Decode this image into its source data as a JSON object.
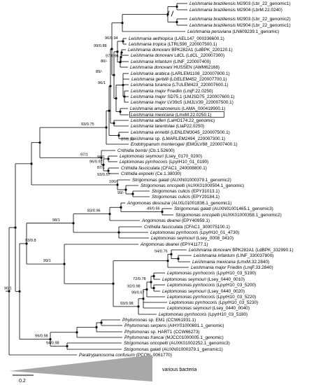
{
  "taxa": [
    {
      "genus": "Leishmania braziliensis",
      "code": "M2903 (Lbr_22_genomic1)"
    },
    {
      "genus": "Leishmania braziliensis",
      "code": "M2904 (LbrM.22.0240)"
    },
    {
      "genus": "Leishmania braziliensis",
      "code": "M2903 (Lbr_22_genomic2)"
    },
    {
      "genus": "Leishmania braziliensis",
      "code": "M2904 (Lbr_22_genomic1)"
    },
    {
      "genus": "Leishmania peruviana",
      "code": "(LN609239.1_genomic)"
    },
    {
      "genus": "Leishmania aethiopica",
      "code": "(LAEL147_000336600.1)"
    },
    {
      "genus": "Leishmania tropica",
      "code": "(LTRL590_220007500.1)"
    },
    {
      "genus": "Leishmania donovani",
      "code": "BPK282A1 (LdBPK_220120.1)"
    },
    {
      "genus": "Leishmania donovani",
      "code": "LdCL (LdCL_220007300)"
    },
    {
      "genus": "Leishmania infantum",
      "code": "(LINF_220007400)"
    },
    {
      "genus": "Leishmania donovani",
      "code": "HUSSEN (AWM62168)"
    },
    {
      "genus": "Leishmania arabica",
      "code": "(LARLEM1108_220007800.1)"
    },
    {
      "genus": "Leishmania gerbilli",
      "code": "(LGELEM452_220007700.1)"
    },
    {
      "genus": "Leishmania turanica",
      "code": "(LTULEM423_220007600.1)"
    },
    {
      "genus": "Leishmania major",
      "code": "Friedlin (LmjF.22.0250)"
    },
    {
      "genus": "Leishmania major",
      "code": "SD75.1 (LMJSD75_220007600.1)"
    },
    {
      "genus": "Leishmania major",
      "code": "LV39c5 (LMJLV39_220007500.1)"
    },
    {
      "genus": "Leishmania amazonensis",
      "code": "(LAMA_000419900.1)"
    },
    {
      "genus": "Leishmania mexicana",
      "code": "(LmxM.22.0250.1)"
    },
    {
      "genus": "Leishmania adleri",
      "code": "(LaHO174.22_genomic)"
    },
    {
      "genus": "Leishmania tarentolae",
      "code": "(LtaP22.0250)"
    },
    {
      "genus": "Leishmania enriettii",
      "code": "(LENLEM3045_220007500.1)"
    },
    {
      "genus": "Leishmania",
      "code": "sp. (LMARLEM2494_220007300.1)"
    },
    {
      "genus": "Endotrypanum monterogeii",
      "code": "(EMOLV88_220007400.1)"
    },
    {
      "genus": "Crithidia bombi",
      "code": "(Cb.1.52600)"
    },
    {
      "genus": "Leptomonas seymouri",
      "code": "(Lsey_0170_0200)"
    },
    {
      "genus": "Leptomonas pyrrhocoris",
      "code": "(LpyrH10_01_0190)"
    },
    {
      "genus": "Crithidia fasciculata",
      "code": "(CFAC1_240008800.1)"
    },
    {
      "genus": "Crithidia expoeki",
      "code": "(Ce.1.38030)"
    },
    {
      "genus": "Strigomonas galati",
      "code": "(AUXN01000379.1_genomic2)"
    },
    {
      "genus": "Strigomonas oncopelti",
      "code": "(AUXK01000504.1_genomic)"
    },
    {
      "genus": "Strigomonas culicis",
      "code": "(EPY31013.1)"
    },
    {
      "genus": "Strigomonas culicis",
      "code": "(EPY29184.1)"
    },
    {
      "genus": "Angomonas desouzai",
      "code": "(AUXL01001836.1_genomic1)"
    },
    {
      "genus": "Strigomonas galati",
      "code": "(AUXN01001465.1_genomic3)"
    },
    {
      "genus": "Strigomonas oncopelti",
      "code": "(AUXK01000358.1_genomic2)"
    },
    {
      "genus": "Angomonas deanei",
      "code": "(EPY40959.1)"
    },
    {
      "genus": "Crithidia fasciculata",
      "code": "(CFAC1_300075100.1)"
    },
    {
      "genus": "Leptomonas pyrrhocoris",
      "code": "(LpyrH10_01_4730)"
    },
    {
      "genus": "Leptomonas seymouri",
      "code": "(Lsey_0008_0410)"
    },
    {
      "genus": "Angomonas deanei",
      "code": "(EPY41177.1)"
    },
    {
      "genus": "Leishmania donovani",
      "code": "BPK282A1 (LdBPK_332990.1)"
    },
    {
      "genus": "Leishmania infantum",
      "code": "(LINF_330037800)"
    },
    {
      "genus": "Leishmania mexicana",
      "code": "(LmxM.32.2840)"
    },
    {
      "genus": "Leishmania major",
      "code": "Friedlin (LmjF.33.2840)"
    },
    {
      "genus": "Leptomonas pyrrhocoris",
      "code": "(LpyrH10_03_5190)"
    },
    {
      "genus": "Leptomonas seymouri",
      "code": "(Lsey_0440_0010)"
    },
    {
      "genus": "Leptomonas pyrrhocoris",
      "code": "(LpyrH10_03_5200)"
    },
    {
      "genus": "Leptomonas seymouri",
      "code": "(Lsey_0440_0020)"
    },
    {
      "genus": "Leptomonas pyrrhocoris",
      "code": "(LpyrH10_03_5220)"
    },
    {
      "genus": "Leptomonas pyrrhocoris",
      "code": "(LpyrH10_03_5230)"
    },
    {
      "genus": "Leptomonas seymouri",
      "code": "(Lsey_0440_0040)"
    },
    {
      "genus": "Leptomonas pyrrhocoris",
      "code": "(LpyrH10_03_5180)"
    },
    {
      "genus": "Phytomonas",
      "code": "sp. EM1 (CCW61931.1)"
    },
    {
      "genus": "Phytomonas serpens",
      "code": "(AIHY01000691.1_genomic)"
    },
    {
      "genus": "Phytomonas",
      "code": "sp. HART1 (CCW66273)"
    },
    {
      "genus": "Phytomonas francai",
      "code": "(MJCC01000005.1_genomic)"
    },
    {
      "genus": "Strigomonas oncopelti",
      "code": "(AUXK01002252.1_genomic3)"
    },
    {
      "genus": "Strigomonas galati",
      "code": "(AUXN01000379.1_genomic1)"
    },
    {
      "genus": "Paratrypanosoma confusum",
      "code": "(PCON_0061770)"
    }
  ],
  "supports": [
    "99/0.88",
    "96/0.94",
    "80/-",
    "97/0.96",
    "89/-",
    "96/1",
    "93/0.75",
    "87/0.95",
    "97/1",
    "96/0.97",
    "96/1",
    "87/1",
    "93/0.57",
    "100/-",
    "99/-",
    "49/0.66",
    "83/0.96",
    "98/1",
    "99/1",
    "90/1",
    "94/0.76",
    "93/0.98",
    "72/0.78",
    "92/0.98",
    "99/0.67",
    "99/0.98",
    "94/0.98",
    "93/0.8"
  ],
  "outgroup_label": "various bacteria",
  "scale_label": "0.2",
  "highlight_color": "#000000",
  "outgroup_wedge_color": "#a8a8a8"
}
